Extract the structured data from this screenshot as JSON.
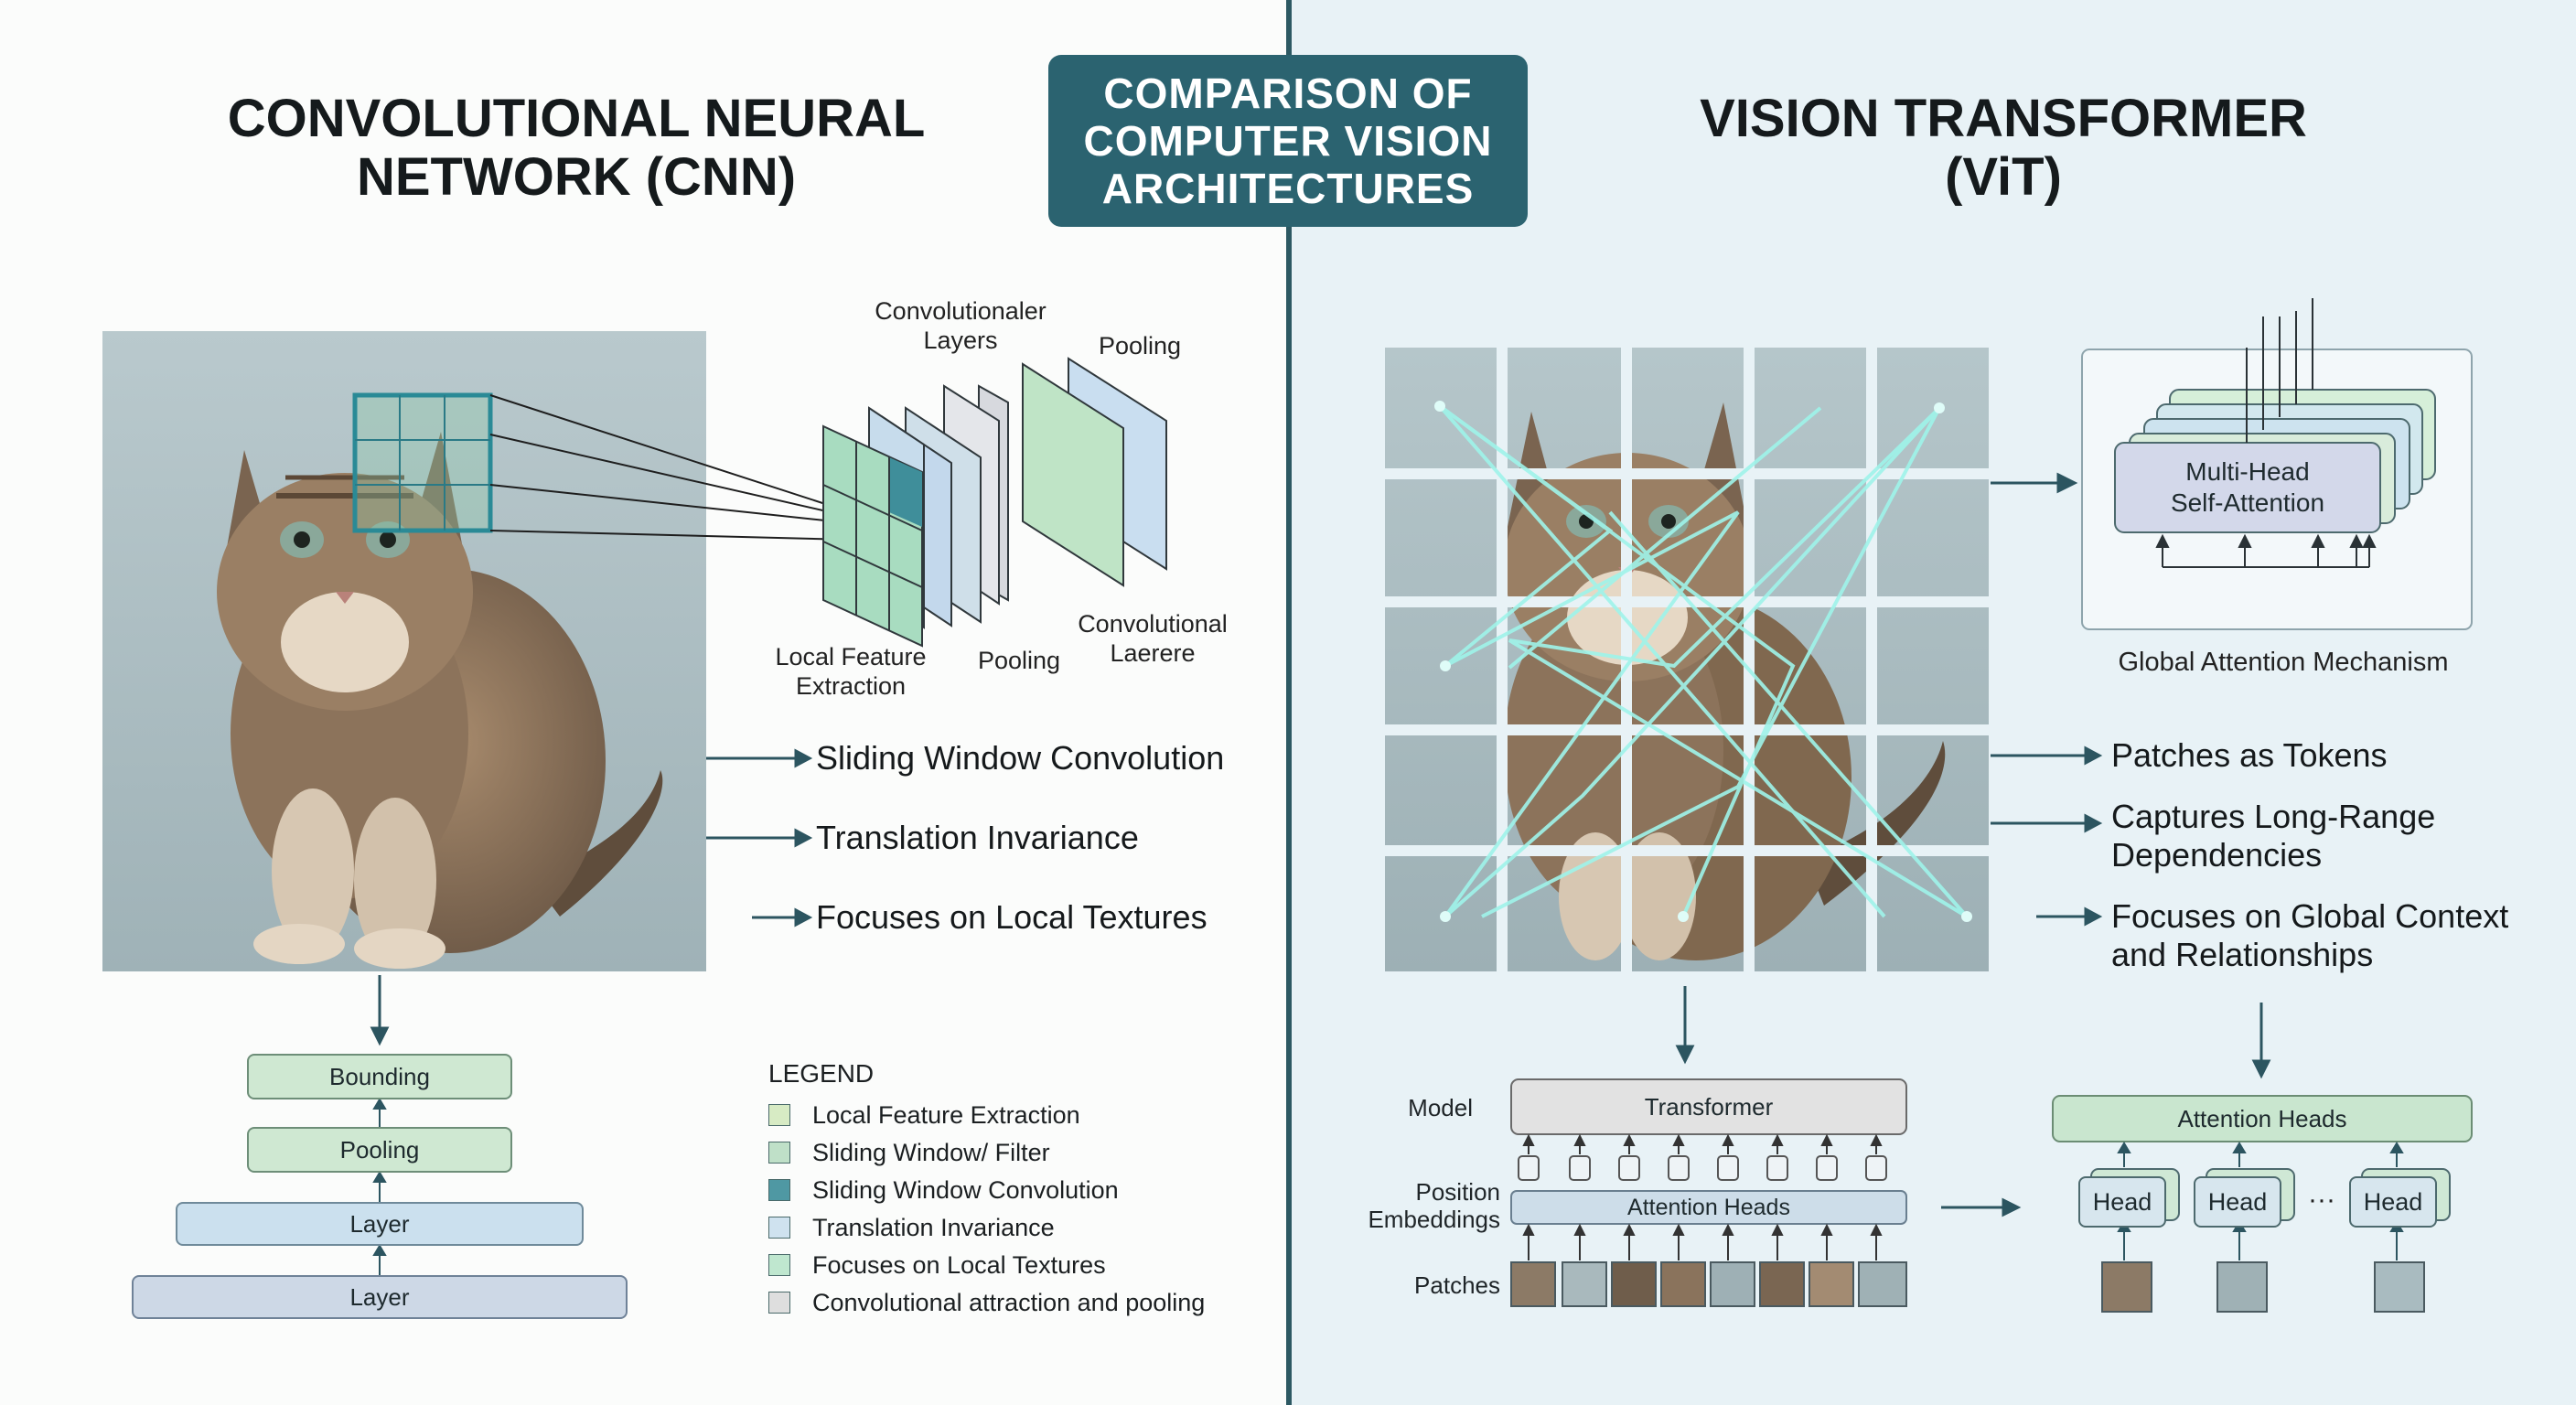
{
  "header": {
    "center_badge": "COMPARISON OF\nCOMPUTER VISION\nARCHITECTURES",
    "left_title": "CONVOLUTIONAL NEURAL\nNETWORK (CNN)",
    "right_title": "VISION TRANSFORMER\n(ViT)"
  },
  "cnn": {
    "diagram_labels": {
      "conv_layers": "Convolutionaler\nLayers",
      "pooling_top": "Pooling",
      "local_feature": "Local Feature\nExtraction",
      "pooling_bottom": "Pooling",
      "conv_laerere": "Convolutional\nLaerere"
    },
    "bullets": [
      "Sliding Window Convolution",
      "Translation Invariance",
      "Focuses on Local Textures"
    ],
    "stack": [
      "Bounding",
      "Pooling",
      "Layer",
      "Layer"
    ],
    "legend": {
      "title": "LEGEND",
      "items": [
        {
          "label": "Local Feature Extraction",
          "color": "#d7ebc4"
        },
        {
          "label": "Sliding Window/ Filter",
          "color": "#bfe0c8"
        },
        {
          "label": "Sliding Window Convolution",
          "color": "#4f98a3"
        },
        {
          "label": "Translation Invariance",
          "color": "#cfe2ef"
        },
        {
          "label": "Focuses on Local Textures",
          "color": "#bfe7cf"
        },
        {
          "label": "Convolutional attraction and pooling",
          "color": "#dedede"
        }
      ]
    }
  },
  "vit": {
    "attention_box": "Multi-Head\nSelf-Attention",
    "attention_caption": "Global Attention Mechanism",
    "bullets": [
      "Patches as Tokens",
      "Captures Long-Range\nDependencies",
      "Focuses on Global Context\nand Relationships"
    ],
    "model_label": "Model",
    "transformer_box": "Transformer",
    "position_label": "Position\nEmbeddings",
    "attention_heads_inner": "Attention Heads",
    "patches_label": "Patches",
    "attention_heads_box": "Attention Heads",
    "heads": [
      "Head",
      "Head",
      "Head"
    ],
    "ellipsis": "···"
  },
  "colors": {
    "badge": "#2b6370",
    "divider": "#2d5963",
    "arrow": "#2c5560",
    "glow": "#8ff0e6"
  }
}
